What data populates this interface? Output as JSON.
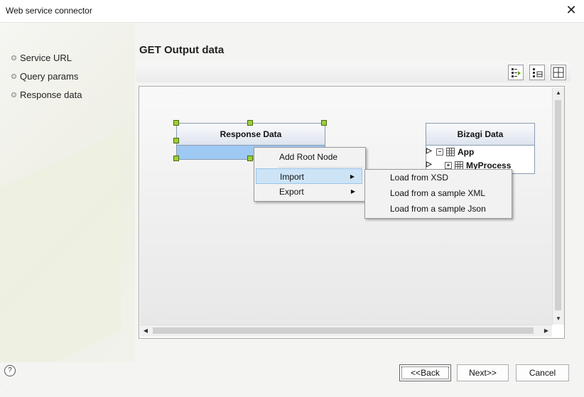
{
  "window": {
    "title": "Web service connector",
    "close_glyph": "✕"
  },
  "nav": {
    "items": [
      {
        "label": "Service URL"
      },
      {
        "label": "Query params"
      },
      {
        "label": "Response data"
      }
    ]
  },
  "section": {
    "title": "GET Output data"
  },
  "toolbar": {
    "icons": [
      "tree-left-icon",
      "tree-right-icon",
      "layout-icon"
    ]
  },
  "canvas": {
    "response_node": {
      "title": "Response Data"
    },
    "bizagi_node": {
      "title": "Bizagi Data",
      "rows": [
        {
          "label": "App",
          "expander": "−"
        },
        {
          "label": "MyProcess",
          "expander": "+"
        }
      ]
    }
  },
  "context_menu": {
    "items": [
      {
        "label": "Add Root Node"
      },
      {
        "label": "Import",
        "has_submenu": true,
        "highlighted": true
      },
      {
        "label": "Export",
        "has_submenu": true
      }
    ],
    "submenu": {
      "items": [
        {
          "label": "Load from XSD"
        },
        {
          "label": "Load from a sample XML"
        },
        {
          "label": "Load from a sample Json"
        }
      ]
    }
  },
  "footer": {
    "help_glyph": "?",
    "back_label": "<<Back",
    "next_label": "Next>>",
    "cancel_label": "Cancel"
  }
}
